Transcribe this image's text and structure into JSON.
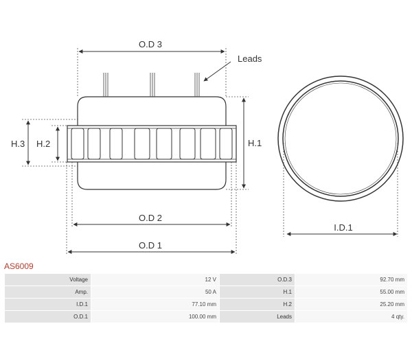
{
  "drawing": {
    "labels": {
      "od3": "O.D 3",
      "leads": "Leads",
      "h1": "H.1",
      "h2": "H.2",
      "h3": "H.3",
      "od2": "O.D 2",
      "od1": "O.D 1",
      "id1": "I.D.1"
    },
    "colors": {
      "line": "#333333",
      "accent": "#c0392b"
    }
  },
  "product": {
    "code": "AS6009"
  },
  "specs": {
    "rows": [
      {
        "l1": "Voltage",
        "v1": "12 V",
        "l2": "O.D.3",
        "v2": "92.70 mm"
      },
      {
        "l1": "Amp.",
        "v1": "50 A",
        "l2": "H.1",
        "v2": "55.00 mm"
      },
      {
        "l1": "I.D.1",
        "v1": "77.10 mm",
        "l2": "H.2",
        "v2": "25.20 mm"
      },
      {
        "l1": "O.D.1",
        "v1": "100.00 mm",
        "l2": "Leads",
        "v2": "4 qty."
      }
    ]
  }
}
